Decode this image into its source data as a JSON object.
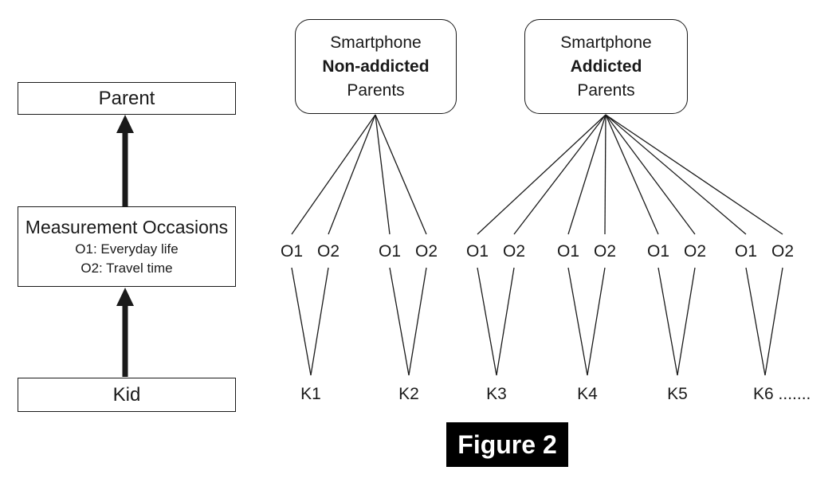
{
  "page": {
    "caption": "Figure 2"
  },
  "colors": {
    "line": "#1a1a1a",
    "caption_bg": "#000000",
    "caption_fg": "#ffffff"
  },
  "left_flow": {
    "parent_label": "Parent",
    "measurement_title": "Measurement Occasions",
    "measurement_sub": [
      "O1: Everyday life",
      "O2: Travel time"
    ],
    "kid_label": "Kid"
  },
  "parent_groups": [
    {
      "lines": [
        "Smartphone",
        "Non-addicted",
        "Parents"
      ],
      "kids": [
        "K1",
        "K2"
      ]
    },
    {
      "lines": [
        "Smartphone",
        "Addicted",
        "Parents"
      ],
      "kids": [
        "K3",
        "K4",
        "K5",
        "K6 ......."
      ]
    }
  ],
  "occasion_pair": [
    "O1",
    "O2"
  ]
}
